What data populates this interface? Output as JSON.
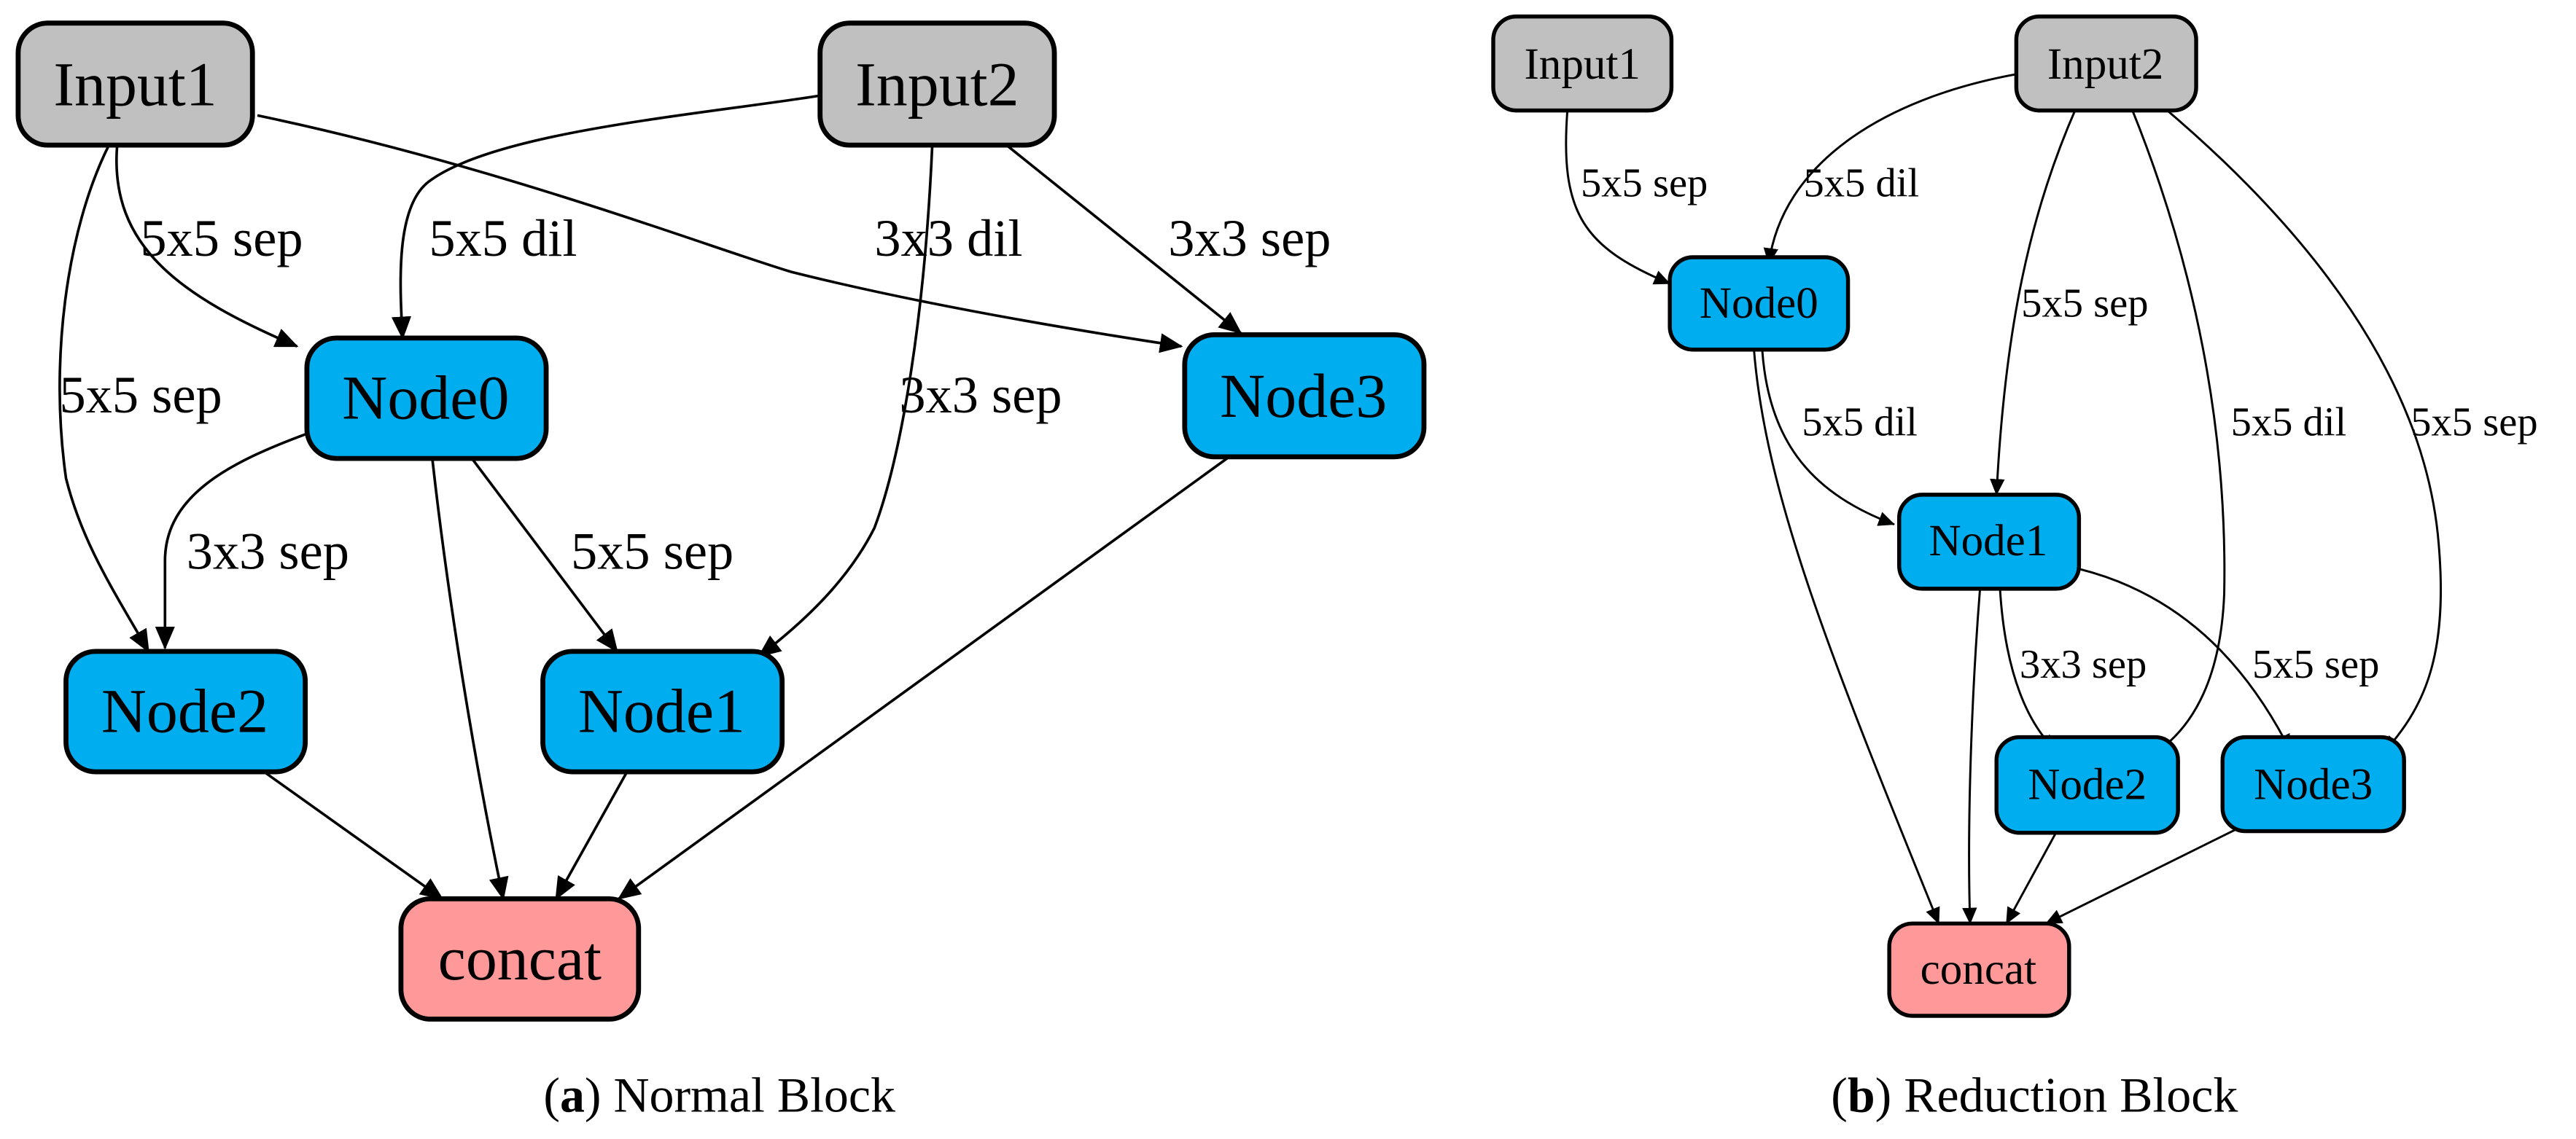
{
  "colors": {
    "input": "#c0c0c0",
    "node": "#00aeef",
    "concat": "#ff9999",
    "stroke": "#000000"
  },
  "normal": {
    "caption_letter": "a",
    "caption_text": "Normal Block",
    "nodes": {
      "input1": "Input1",
      "input2": "Input2",
      "node0": "Node0",
      "node1": "Node1",
      "node2": "Node2",
      "node3": "Node3",
      "concat": "concat"
    },
    "edges": {
      "i1_n0": "5x5 sep",
      "i1_n2": "5x5 sep",
      "i2_n0": "5x5 dil",
      "i2_n3": "3x3 sep",
      "i2_n1": "3x3 sep",
      "i1_n3": "3x3 dil",
      "n0_n2": "3x3 sep",
      "n0_n1": "5x5 sep"
    }
  },
  "reduction": {
    "caption_letter": "b",
    "caption_text": "Reduction Block",
    "nodes": {
      "input1": "Input1",
      "input2": "Input2",
      "node0": "Node0",
      "node1": "Node1",
      "node2": "Node2",
      "node3": "Node3",
      "concat": "concat"
    },
    "edges": {
      "i1_n0": "5x5 sep",
      "i2_n0": "5x5 dil",
      "i2_n1": "5x5 sep",
      "i2_n2": "5x5 dil",
      "i2_n3": "5x5 sep",
      "n0_n1": "5x5 dil",
      "n1_n2": "3x3 sep",
      "n1_n3": "5x5 sep"
    }
  }
}
